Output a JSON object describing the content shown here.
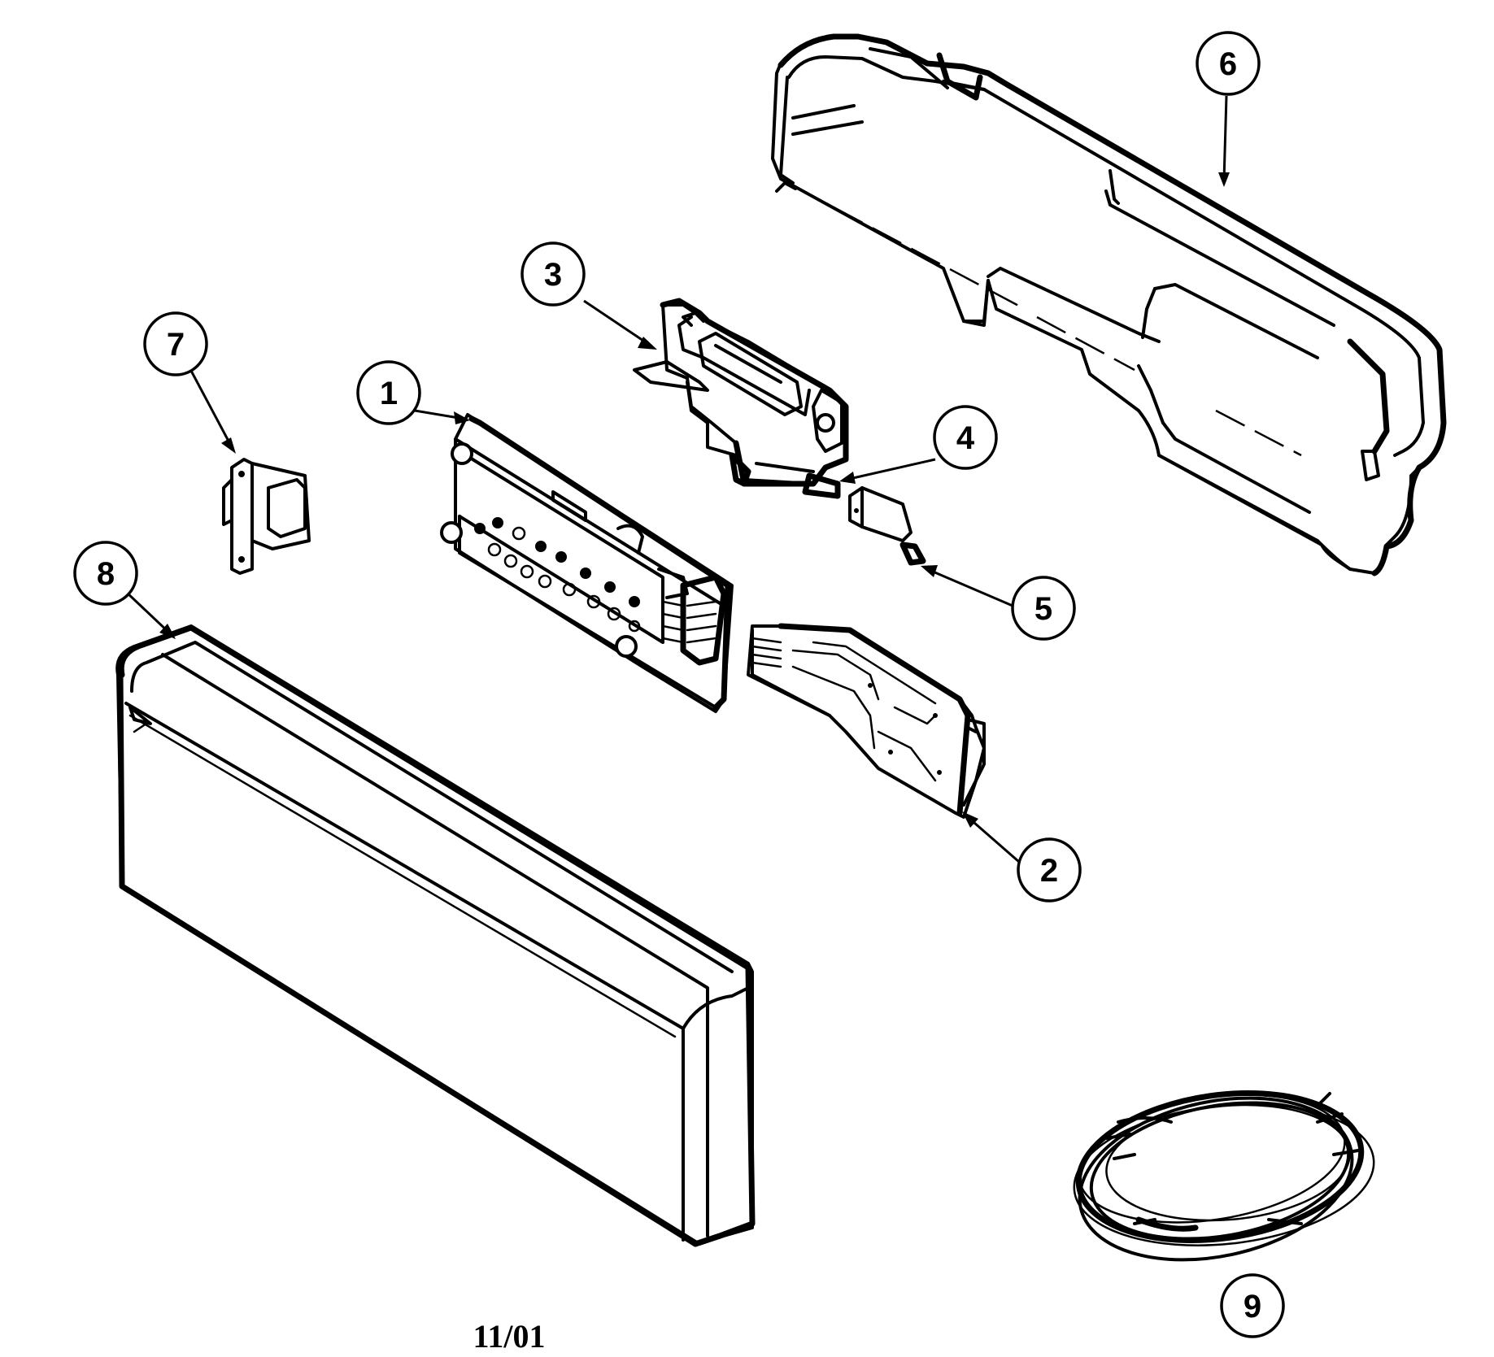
{
  "callouts": [
    {
      "id": "1",
      "label": "1",
      "part": "part-1"
    },
    {
      "id": "2",
      "label": "2",
      "part": "part-2"
    },
    {
      "id": "3",
      "label": "3",
      "part": "part-3"
    },
    {
      "id": "4",
      "label": "4",
      "part": "part-4"
    },
    {
      "id": "5",
      "label": "5",
      "part": "part-5"
    },
    {
      "id": "6",
      "label": "6",
      "part": "part-6"
    },
    {
      "id": "7",
      "label": "7",
      "part": "part-7"
    },
    {
      "id": "8",
      "label": "8",
      "part": "part-8"
    },
    {
      "id": "9",
      "label": "9",
      "part": "part-9"
    }
  ],
  "footer": {
    "date": "11/01"
  }
}
